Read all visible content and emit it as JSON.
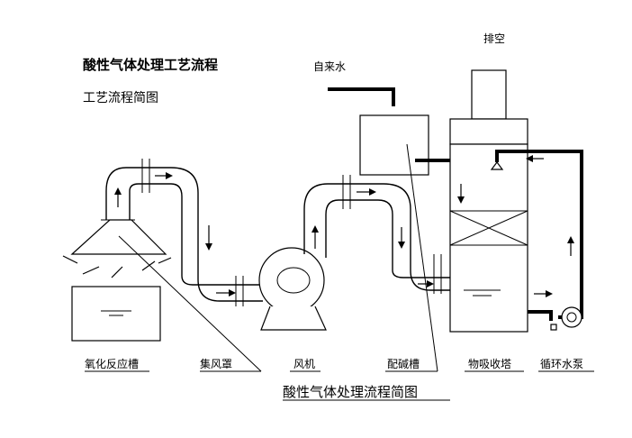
{
  "title": "酸性气体处理工艺流程",
  "subtitle": "工艺流程简图",
  "caption": "酸性气体处理流程简图",
  "top_labels": {
    "tap_water": "自来水",
    "exhaust": "排空"
  },
  "component_labels": [
    "氧化反应槽",
    "集风罩",
    "风机",
    "配碱槽",
    "物吸收塔",
    "循环水泵"
  ]
}
